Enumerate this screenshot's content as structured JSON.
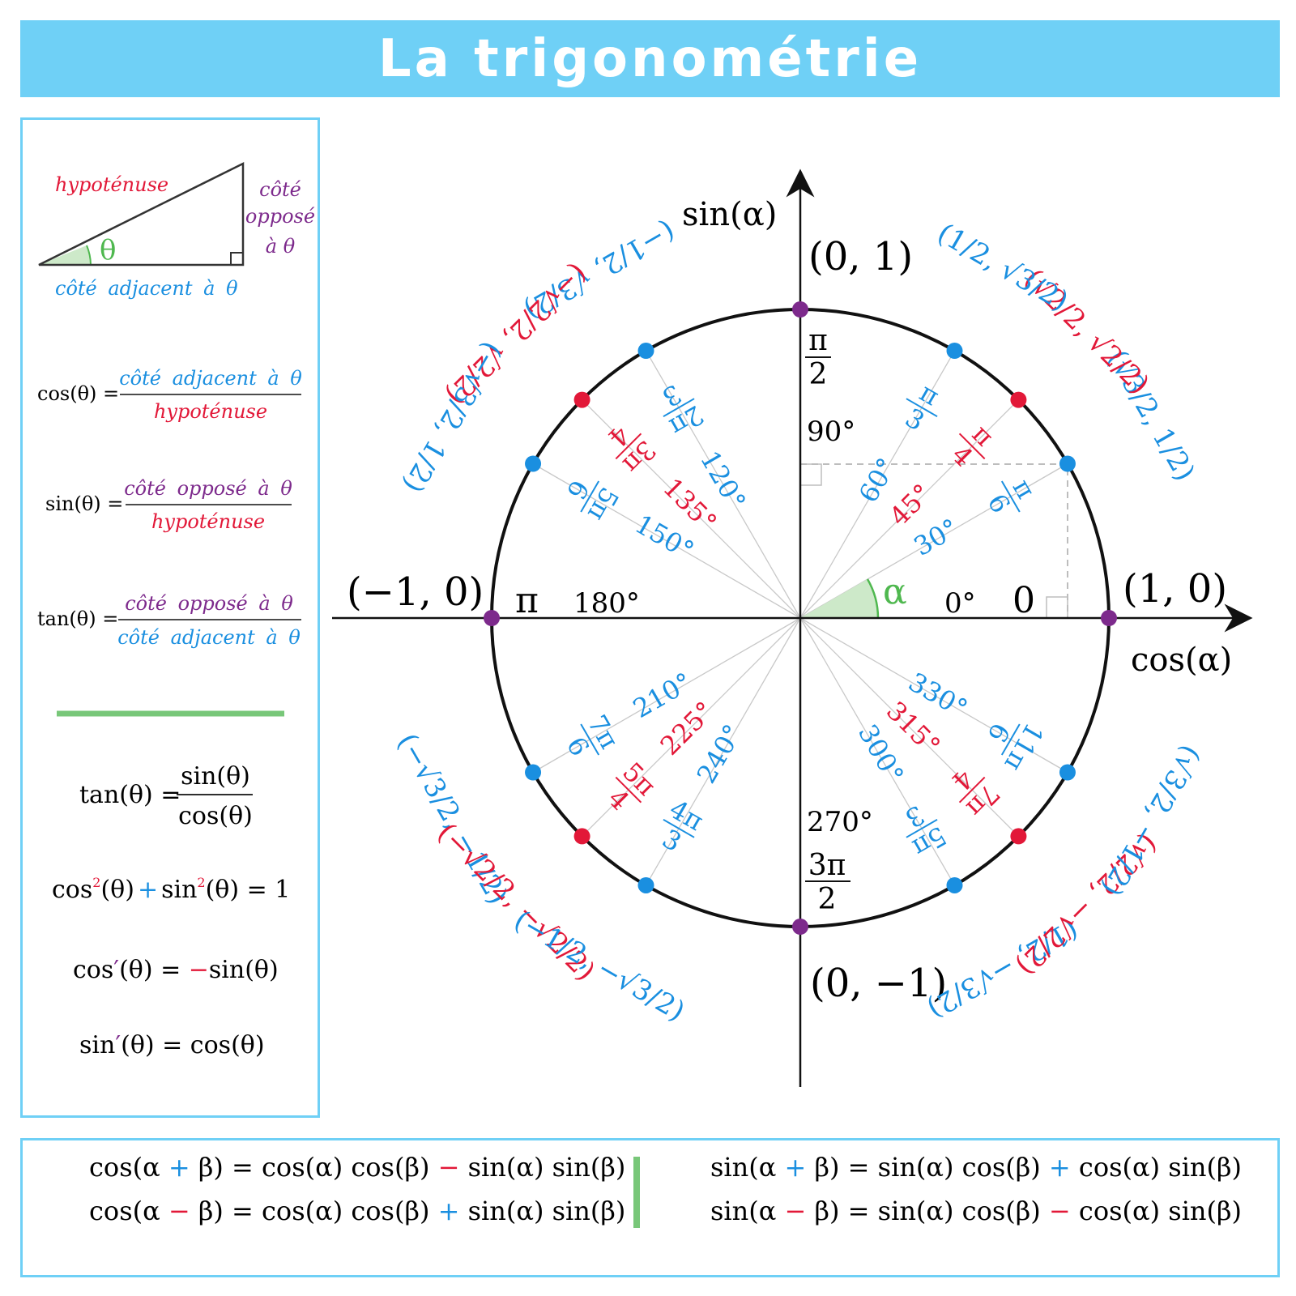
{
  "title": "La trigonométrie",
  "colors": {
    "blue": "#1a8fe0",
    "red": "#e21838",
    "purple": "#7d2a8c",
    "green": "#4fb84f",
    "banner": "#6fd0f6"
  },
  "triangle": {
    "hyp": "hypoténuse",
    "opp1": "côté",
    "opp2": "opposé",
    "opp3": "à θ",
    "adj": "côté adjacent à θ",
    "theta": "θ"
  },
  "defs": [
    {
      "lhs": "cos(θ) =",
      "num": "côté adjacent à θ",
      "den": "hypoténuse",
      "numColor": "blue",
      "denColor": "red"
    },
    {
      "lhs": "sin(θ) =",
      "num": "côté opposé à θ",
      "den": "hypoténuse",
      "numColor": "purple",
      "denColor": "red"
    },
    {
      "lhs": "tan(θ) =",
      "num": "côté opposé à θ",
      "den": "côté adjacent à θ",
      "numColor": "purple",
      "denColor": "blue"
    }
  ],
  "identities": {
    "tan_lhs": "tan(θ) =",
    "tan_num": "sin(θ)",
    "tan_den": "cos(θ)",
    "pyth_a": "cos",
    "pyth_b": "(θ)",
    "pyth_plus": "+",
    "pyth_c": "sin",
    "pyth_d": "(θ) = 1",
    "sq": "2",
    "dcos_a": "cos",
    "dcos_prime": "′",
    "dcos_b": "(θ) = ",
    "dcos_minus": "−",
    "dcos_c": "sin(θ)",
    "dsin_a": "sin",
    "dsin_prime": "′",
    "dsin_b": "(θ) = cos(θ)"
  },
  "axes": {
    "x": "cos(α)",
    "y": "sin(α)",
    "alpha": "α"
  },
  "axis_points": [
    {
      "text": "(0, 1)"
    },
    {
      "text": "(−1, 0)"
    },
    {
      "text": "(1, 0)"
    },
    {
      "text": "(0, −1)"
    }
  ],
  "axis_labels": {
    "zero_rad": "0",
    "zero_deg": "0°",
    "pi": "π",
    "deg180": "180°",
    "deg90": "90°",
    "pi2_num": "π",
    "pi2_den": "2",
    "deg270": "270°",
    "pi32_num": "3π",
    "pi32_den": "2"
  },
  "angles": [
    {
      "deg": "30°",
      "rad_num": "π",
      "rad_den": "6",
      "color": "blue"
    },
    {
      "deg": "45°",
      "rad_num": "π",
      "rad_den": "4",
      "color": "red"
    },
    {
      "deg": "60°",
      "rad_num": "π",
      "rad_den": "3",
      "color": "blue"
    },
    {
      "deg": "120°",
      "rad_num": "2π",
      "rad_den": "3",
      "color": "blue"
    },
    {
      "deg": "135°",
      "rad_num": "3π",
      "rad_den": "4",
      "color": "red"
    },
    {
      "deg": "150°",
      "rad_num": "5π",
      "rad_den": "6",
      "color": "blue"
    },
    {
      "deg": "210°",
      "rad_num": "7π",
      "rad_den": "6",
      "color": "blue"
    },
    {
      "deg": "225°",
      "rad_num": "5π",
      "rad_den": "4",
      "color": "red"
    },
    {
      "deg": "240°",
      "rad_num": "4π",
      "rad_den": "3",
      "color": "blue"
    },
    {
      "deg": "300°",
      "rad_num": "5π",
      "rad_den": "3",
      "color": "blue"
    },
    {
      "deg": "315°",
      "rad_num": "7π",
      "rad_den": "4",
      "color": "red"
    },
    {
      "deg": "330°",
      "rad_num": "11π",
      "rad_den": "6",
      "color": "blue"
    }
  ],
  "coords": [
    {
      "text": "(√3/2, 1/2)"
    },
    {
      "text": "(√2/2, √2/2)"
    },
    {
      "text": "(1/2, √3/2)"
    },
    {
      "text": "(−1/2, √3/2)"
    },
    {
      "text": "(−√2/2, √2/2)"
    },
    {
      "text": "(−√3/2, 1/2)"
    },
    {
      "text": "(−√3/2, −1/2)"
    },
    {
      "text": "(−√2/2, −√2/2)"
    },
    {
      "text": "(−1/2, −√3/2)"
    },
    {
      "text": "(1/2, −√3/2)"
    },
    {
      "text": "(√2/2, −√2/2)"
    },
    {
      "text": "(√3/2, −1/2)"
    }
  ],
  "formulas": {
    "left": [
      {
        "a": "cos(α ",
        "op1": "+",
        "b": " β) = cos(α) cos(β) ",
        "op2": "−",
        "c": " sin(α) sin(β)"
      },
      {
        "a": "cos(α ",
        "op1": "−",
        "b": " β) = cos(α) cos(β) ",
        "op2": "+",
        "c": " sin(α) sin(β)"
      }
    ],
    "right": [
      {
        "a": "sin(α ",
        "op1": "+",
        "b": " β) = sin(α) cos(β) ",
        "op2": "+",
        "c": " cos(α) sin(β)"
      },
      {
        "a": "sin(α ",
        "op1": "−",
        "b": " β) = sin(α) cos(β) ",
        "op2": "−",
        "c": " cos(α) sin(β)"
      }
    ]
  }
}
